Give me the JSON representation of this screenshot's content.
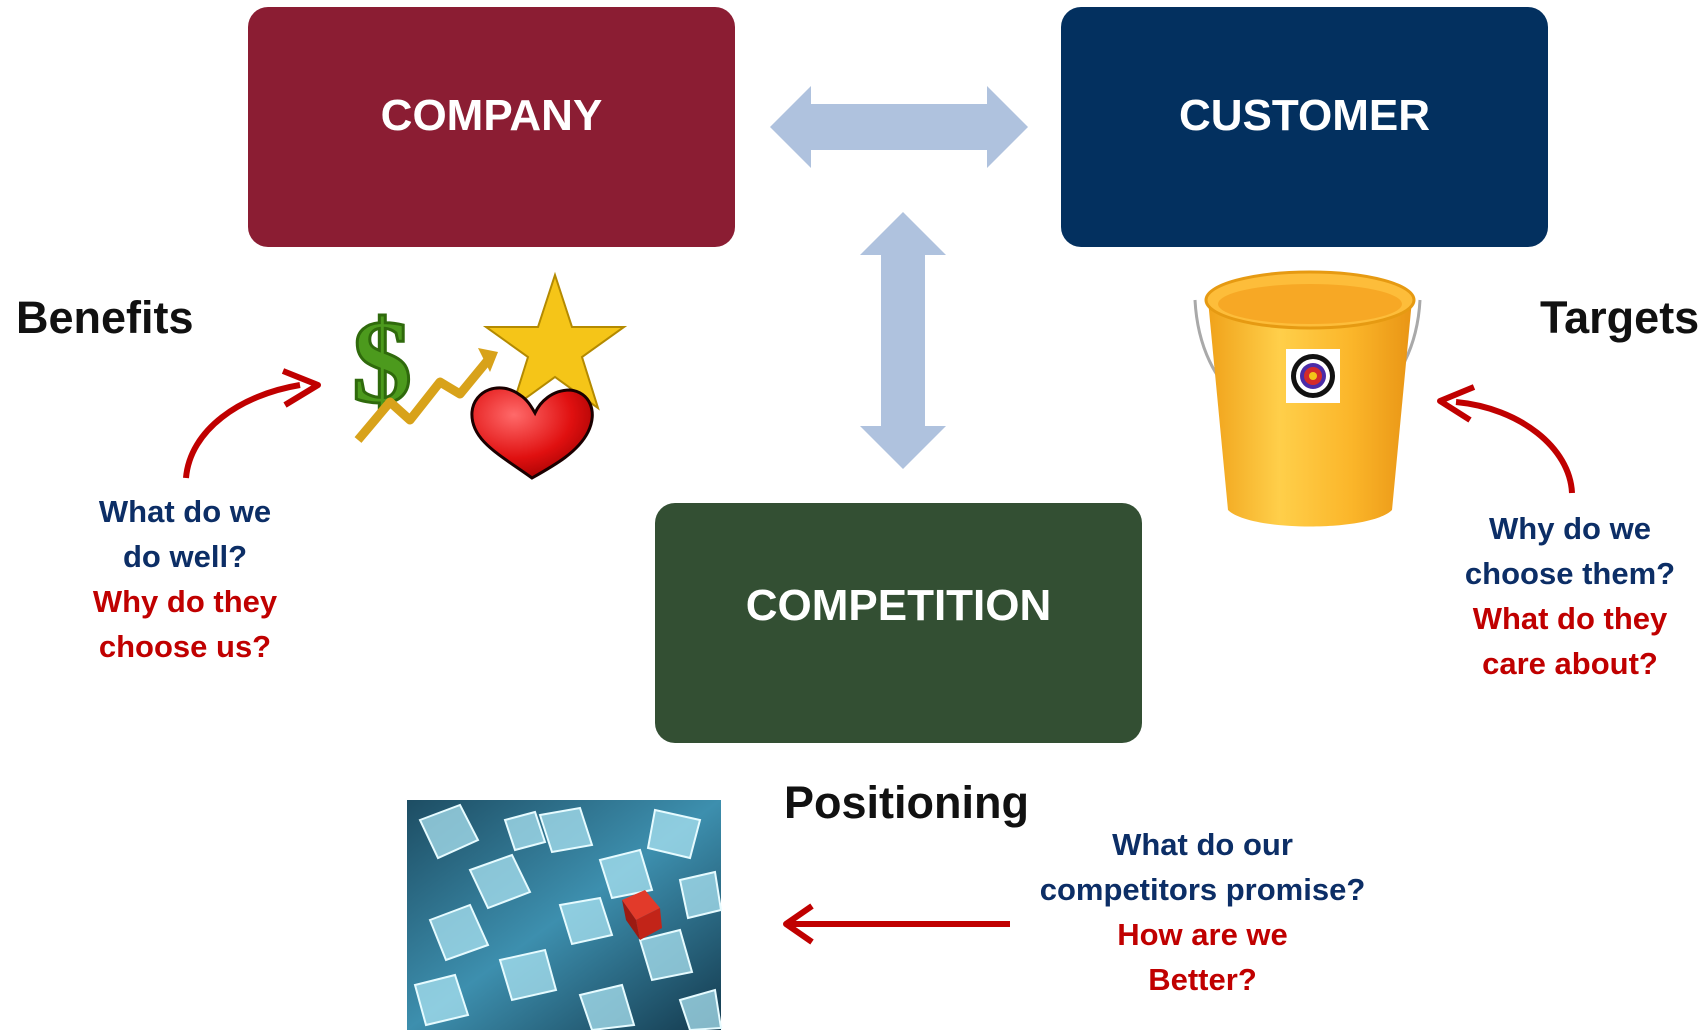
{
  "colors": {
    "company": "#8b1d33",
    "customer": "#03305f",
    "competition": "#334f33",
    "arrow_light": "#afc2de",
    "red": "#c00000",
    "blue": "#0c2e66"
  },
  "boxes": {
    "company": "COMPANY",
    "customer": "CUSTOMER",
    "competition": "COMPETITION"
  },
  "labels": {
    "benefits": "Benefits",
    "targets": "Targets",
    "positioning": "Positioning"
  },
  "questions": {
    "company": {
      "blue": [
        "What do we",
        "do well?"
      ],
      "red": [
        "Why do they",
        "choose us?"
      ]
    },
    "customer": {
      "blue": [
        "Why do we",
        "choose them?"
      ],
      "red": [
        "What do they",
        "care about?"
      ]
    },
    "competition": {
      "blue": [
        "What do our",
        "competitors promise?"
      ],
      "red": [
        "How are we",
        "Better?"
      ]
    }
  },
  "icons": [
    "dollar-sign-icon",
    "star-icon",
    "heart-icon",
    "bucket-icon",
    "target-icon",
    "ice-cubes-image"
  ]
}
